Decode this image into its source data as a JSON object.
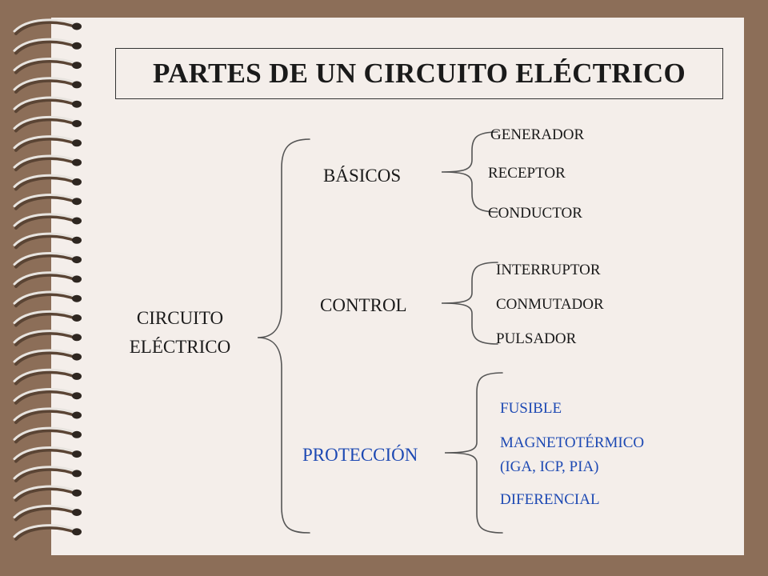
{
  "title": "PARTES DE UN CIRCUITO ELÉCTRICO",
  "root": {
    "line1": "CIRCUITO",
    "line2": "ELÉCTRICO"
  },
  "categories": [
    {
      "label": "BÁSICOS",
      "items": [
        "GENERADOR",
        "RECEPTOR",
        "CONDUCTOR"
      ]
    },
    {
      "label": "CONTROL",
      "items": [
        "INTERRUPTOR",
        "CONMUTADOR",
        "PULSADOR"
      ]
    },
    {
      "label": "PROTECCIÓN",
      "items": [
        "FUSIBLE",
        "MAGNETOTÉRMICO",
        "(IGA, ICP, PIA)",
        "DIFERENCIAL"
      ]
    }
  ],
  "colors": {
    "background": "#8c6e58",
    "page": "#f4eeea",
    "text": "#1a1a1a",
    "accent_blue": "#1d49b3"
  }
}
